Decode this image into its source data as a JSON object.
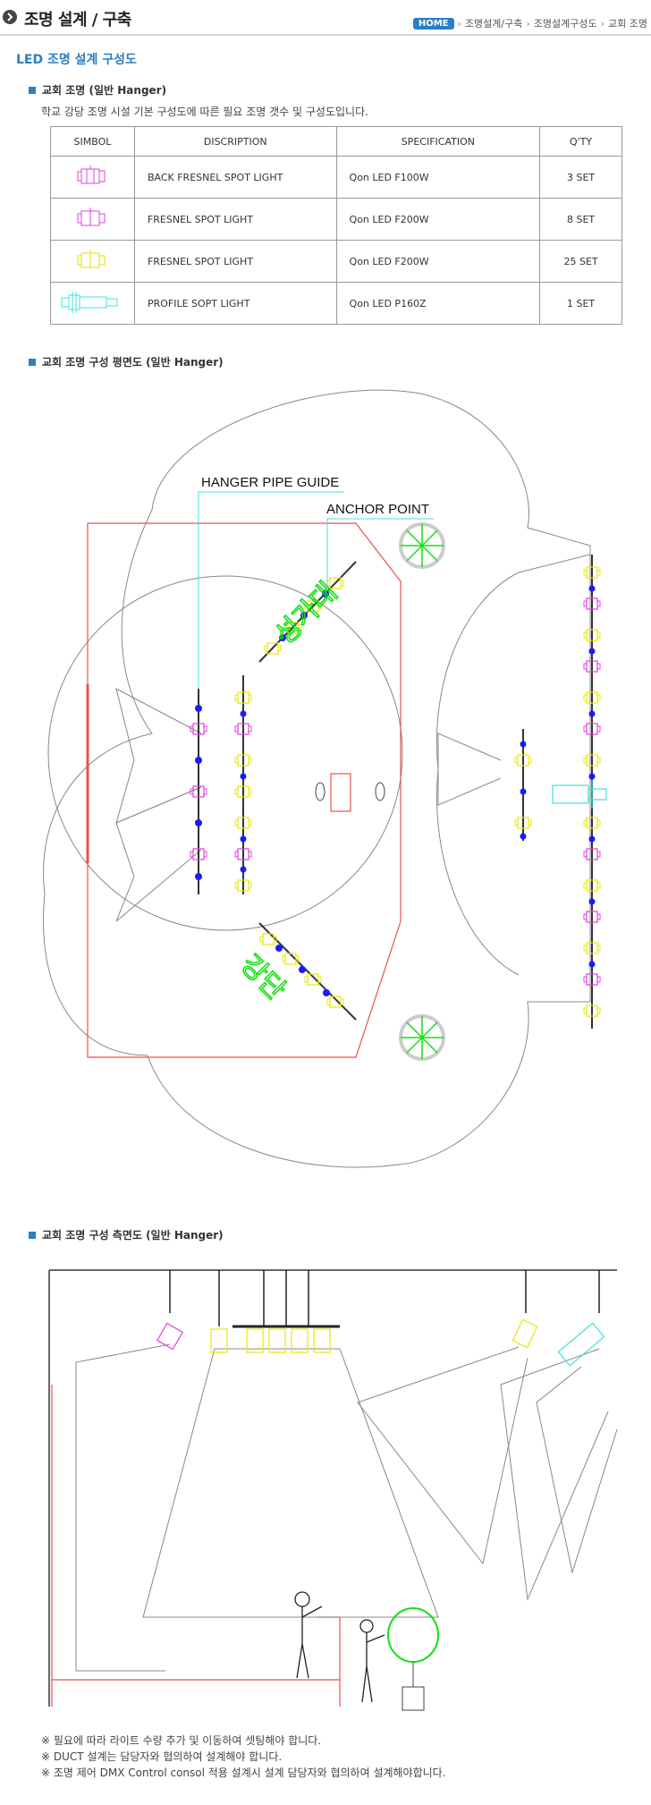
{
  "header": {
    "title": "조명 설계 / 구축",
    "home_badge": "HOME",
    "breadcrumb": [
      "조명설계/구축",
      "조명설계구성도",
      "교회 조명"
    ]
  },
  "section_title": "LED 조명 설계 구성도",
  "subsection1": {
    "heading": "교회 조명 (일반 Hanger)",
    "description": "학교 강당 조명 시설 기본 구성도에 따른 필요 조명 갯수 및 구성도입니다."
  },
  "table": {
    "headers": [
      "SIMBOL",
      "DISCRIPTION",
      "SPECIFICATION",
      "Q'TY"
    ],
    "rows": [
      {
        "symbol_icon": "back-fresnel-spot-icon",
        "symbol_color": "#e040e0",
        "description": "BACK FRESNEL SPOT LIGHT",
        "spec": "Qon LED F100W",
        "qty": "3 SET"
      },
      {
        "symbol_icon": "fresnel-spot-icon",
        "symbol_color": "#e040e0",
        "description": "FRESNEL SPOT LIGHT",
        "spec": "Qon LED F200W",
        "qty": "8 SET"
      },
      {
        "symbol_icon": "fresnel-spot-icon",
        "symbol_color": "#e0e000",
        "description": "FRESNEL SPOT LIGHT",
        "spec": "Qon LED F200W",
        "qty": "25 SET"
      },
      {
        "symbol_icon": "profile-spot-icon",
        "symbol_color": "#40e0e0",
        "description": "PROFILE SOPT LIGHT",
        "spec": "Qon LED P160Z",
        "qty": "1 SET"
      }
    ]
  },
  "subsection2": {
    "heading": "교회 조명 구성 평면도 (일반 Hanger)",
    "label_hanger": "HANGER PIPE GUIDE",
    "label_anchor": "ANCHOR POINT",
    "label_choir": "성가대",
    "label_pulpit": "강단"
  },
  "subsection3": {
    "heading": "교회 조명 구성 측면도 (일반 Hanger)"
  },
  "notes": [
    "※ 필요에 따라 라이트 수량 추가 및 이동하여 셋팅해야 합니다.",
    "※ DUCT 설계는 담당자와 협의하여 설계해야 합니다.",
    "※ 조명 제어 DMX Control consol 적용 설계시 설계 담당자와 협의하여 설계해야합니다."
  ],
  "colors": {
    "accent": "#2b7fc4",
    "magenta": "#e040e0",
    "yellow": "#e8e800",
    "cyan": "#40e0e0",
    "red": "#e85050",
    "blue_dot": "#1a1aff",
    "green": "#10e010"
  }
}
